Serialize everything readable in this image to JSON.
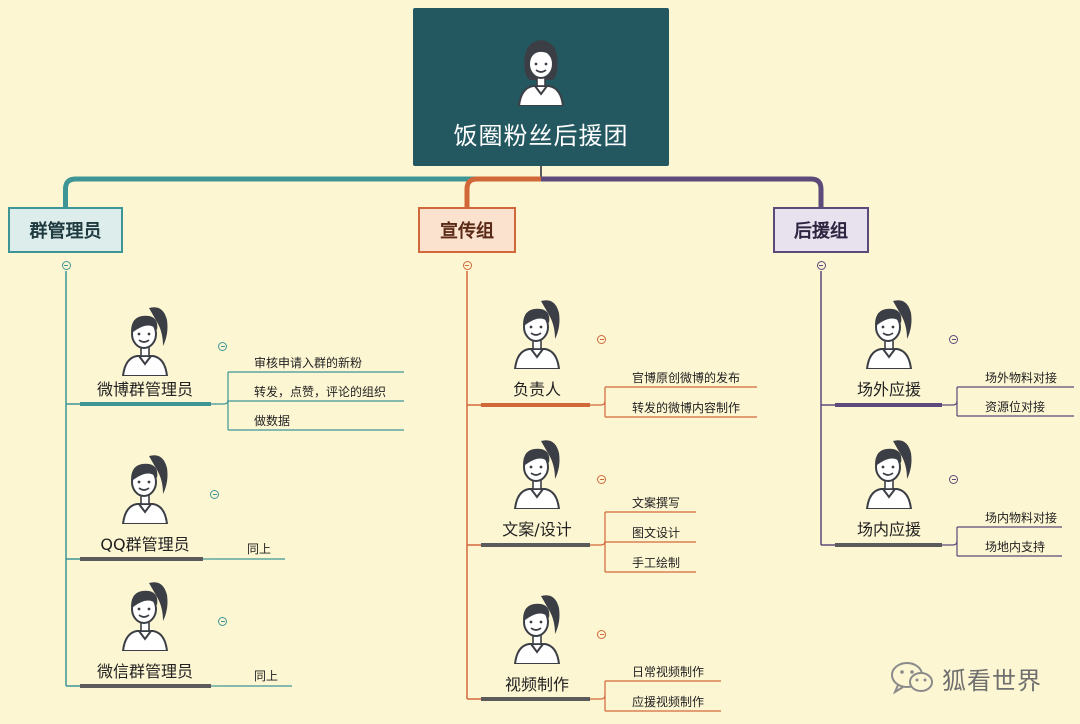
{
  "root": {
    "title": "饭圈粉丝后援团"
  },
  "groups": [
    {
      "label": "群管理员",
      "color": "#3d9596",
      "fill": "#dcedeb",
      "text": "#1f3b40",
      "roles": [
        {
          "label": "微博群管理员",
          "tasks": [
            "审核申请入群的新粉",
            "转发，点赞，评论的组织",
            "做数据"
          ]
        },
        {
          "label": "QQ群管理员",
          "tasks": [
            "同上"
          ]
        },
        {
          "label": "微信群管理员",
          "tasks": [
            "同上"
          ]
        }
      ]
    },
    {
      "label": "宣传组",
      "color": "#d1683a",
      "fill": "#fae2cf",
      "text": "#5b2a16",
      "roles": [
        {
          "label": "负责人",
          "tasks": [
            "官博原创微博的发布",
            "转发的微博内容制作"
          ]
        },
        {
          "label": "文案/设计",
          "tasks": [
            "文案撰写",
            "图文设计",
            "手工绘制"
          ]
        },
        {
          "label": "视频制作",
          "tasks": [
            "日常视频制作",
            "应援视频制作"
          ]
        }
      ]
    },
    {
      "label": "后援组",
      "color": "#5b4a7a",
      "fill": "#e7e2ee",
      "text": "#2d2440",
      "roles": [
        {
          "label": "场外应援",
          "tasks": [
            "场外物料对接",
            "资源位对接"
          ]
        },
        {
          "label": "场内应援",
          "tasks": [
            "场内物料对接",
            "场地内支持"
          ]
        }
      ]
    }
  ],
  "watermark": {
    "text": "狐看世界"
  }
}
